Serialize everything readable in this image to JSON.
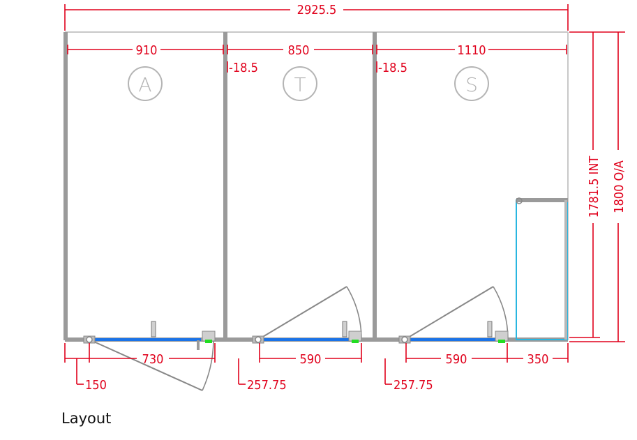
{
  "colors": {
    "dimension": "#e0001b",
    "wall": "#9a9a9a",
    "outline": "#c8c8c8",
    "door_rail": "#1a73e8",
    "glass": "#29b6e0",
    "hinge_green": "#22dd22",
    "marker": "#b4b4b4"
  },
  "dimensions": {
    "overall_width": "2925.5",
    "cubicle_a_width": "910",
    "cubicle_t_width": "850",
    "cubicle_s_width": "1110",
    "partition_thickness_1": "-18.5",
    "partition_thickness_2": "-18.5",
    "door_a_width": "730",
    "door_t_width": "590",
    "door_s_width": "590",
    "return_panel_width": "350",
    "offset_a": "150",
    "offset_t": "257.75",
    "offset_s": "257.75",
    "internal_depth": "1781.5 INT",
    "overall_depth": "1800 O/A"
  },
  "cubicles": [
    {
      "marker": "A"
    },
    {
      "marker": "T"
    },
    {
      "marker": "S"
    }
  ],
  "caption": "Layout"
}
